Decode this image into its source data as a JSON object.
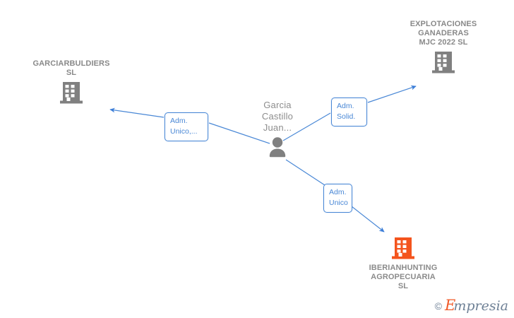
{
  "graph": {
    "background_color": "#ffffff",
    "edge_color": "#4a88d6",
    "company_icon_color": "#808080",
    "highlight_icon_color": "#f4541d",
    "person_icon_color": "#808080",
    "label_color": "#898989"
  },
  "nodes": [
    {
      "id": "garciarbuldiers",
      "type": "company",
      "icon": "building-icon",
      "label": "GARCIARBULDIERS\nSL",
      "highlighted": false,
      "label_position": "top"
    },
    {
      "id": "explotaciones",
      "type": "company",
      "icon": "building-icon",
      "label": "EXPLOTACIONES\nGANADERAS\nMJC 2022  SL",
      "highlighted": false,
      "label_position": "top"
    },
    {
      "id": "person",
      "type": "person",
      "icon": "person-icon",
      "label": "Garcia\nCastillo\nJuan...",
      "highlighted": false,
      "label_position": "top"
    },
    {
      "id": "iberianhunting",
      "type": "company",
      "icon": "building-icon",
      "label": "IBERIANHUNTING\nAGROPECUARIA\nSL",
      "highlighted": true,
      "label_position": "bottom"
    }
  ],
  "edges": [
    {
      "id": "edge-garciarbuldiers",
      "from": "person",
      "to": "garciarbuldiers",
      "chip_label": "Adm.\nUnico,..."
    },
    {
      "id": "edge-explotaciones",
      "from": "person",
      "to": "explotaciones",
      "chip_label": "Adm.\nSolid."
    },
    {
      "id": "edge-iberianhunting",
      "from": "person",
      "to": "iberianhunting",
      "chip_label": "Adm.\nUnico"
    }
  ],
  "watermark": {
    "copyright": "©",
    "brand_initial": "E",
    "brand_rest": "mpresia"
  }
}
